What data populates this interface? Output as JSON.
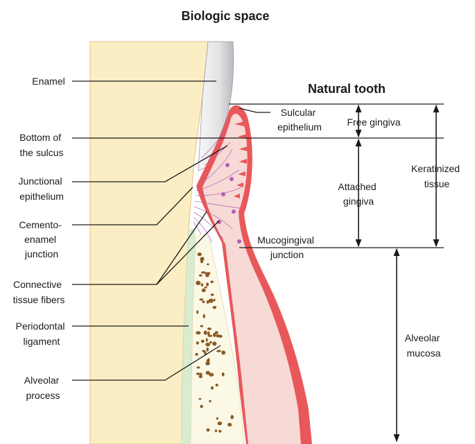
{
  "title": "Biologic space",
  "subtitle": "Natural tooth",
  "left_labels": [
    {
      "lines": [
        "Enamel"
      ]
    },
    {
      "lines": [
        "Bottom of",
        "the sulcus"
      ]
    },
    {
      "lines": [
        "Junctional",
        "epithelium"
      ]
    },
    {
      "lines": [
        "Cemento-",
        "enamel",
        "junction"
      ]
    },
    {
      "lines": [
        "Connective",
        "tissue fibers"
      ]
    },
    {
      "lines": [
        "Periodontal",
        "ligament"
      ]
    },
    {
      "lines": [
        "Alveolar",
        "process"
      ]
    }
  ],
  "center_labels": [
    {
      "lines": [
        "Sulcular",
        "epithelium"
      ]
    },
    {
      "lines": [
        "Mucogingival",
        "junction"
      ]
    }
  ],
  "dimension_labels": [
    {
      "lines": [
        "Free gingiva"
      ]
    },
    {
      "lines": [
        "Attached",
        "gingiva"
      ]
    },
    {
      "lines": [
        "Keratinized",
        "tissue"
      ]
    },
    {
      "lines": [
        "Alveolar",
        "mucosa"
      ]
    }
  ],
  "colors": {
    "dentin": "#fbeec4",
    "enamel": "#e4e4e6",
    "gingiva": "#f7d9d6",
    "epithelium": "#e8585a",
    "bone": "#fbf8e6",
    "bone_pores": "#8a5a25",
    "ligament": "#d8ecd0",
    "fibers": "#b060b8"
  }
}
